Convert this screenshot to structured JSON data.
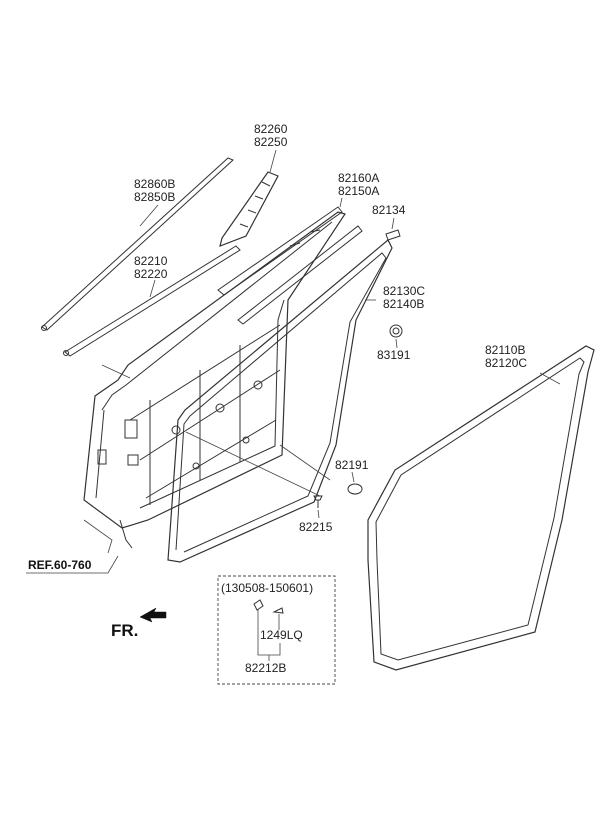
{
  "labels": {
    "l82260": "82260",
    "l82250": "82250",
    "l82860B": "82860B",
    "l82850B": "82850B",
    "l82160A": "82160A",
    "l82150A": "82150A",
    "l82134": "82134",
    "l82210": "82210",
    "l82220": "82220",
    "l82130C": "82130C",
    "l82140B": "82140B",
    "l83191": "83191",
    "l82110B": "82110B",
    "l82120C": "82120C",
    "l82191": "82191",
    "l82215": "82215",
    "ref": "REF.60-760",
    "fr": "FR.",
    "date_range": "(130508-150601)",
    "l1249LQ": "1249LQ",
    "l82212B": "82212B"
  }
}
